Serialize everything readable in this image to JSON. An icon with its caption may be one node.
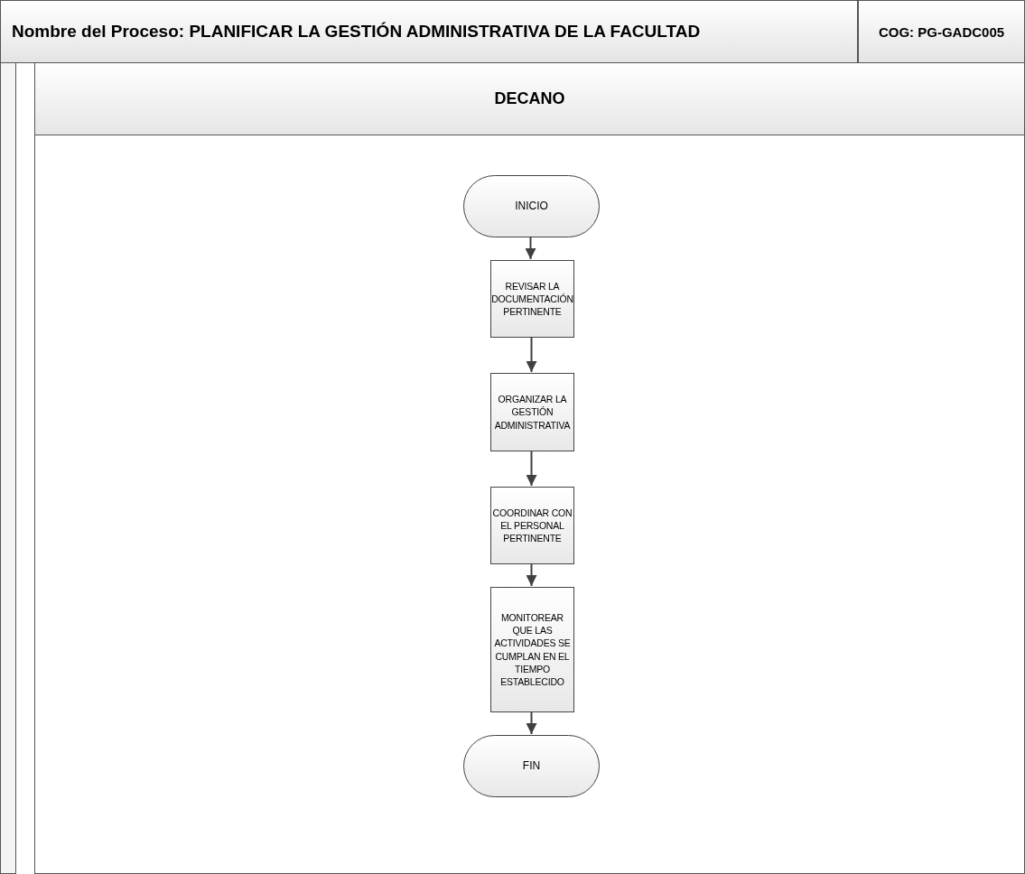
{
  "diagram": {
    "title": "Nombre del Proceso: PLANIFICAR LA GESTIÓN ADMINISTRATIVA DE LA FACULTAD",
    "nodes": [
      {
        "text": [
          "DECANO"
        ]
      },
      {
        "text": [
          "INICIO"
        ],
        "in": 0
      },
      {
        "text": [
          "REVISAR LA DOCUMENTACIÓN PERTINENTE"
        ],
        "in": 0
      },
      {
        "text": [
          "ORGANIZAR LA GESTIÓN ADMINISTRATIVA"
        ],
        "in": 0
      },
      {
        "text": [
          "COORDINAR CON EL PERSONAL PERTINENTE"
        ],
        "in": 0
      },
      {
        "text": [
          "MONITOREAR QUE LAS ACTIVIDADES SE CUMPLAN EN EL TIEMPO ESTABLECIDO"
        ],
        "in": 0
      },
      {
        "text": [
          "FIN"
        ],
        "in": 0
      }
    ],
    "edges": [
      {
        "from": 1,
        "to": 2,
        "arrow": "to"
      },
      {
        "from": 2,
        "to": 3,
        "arrow": "to"
      },
      {
        "from": 3,
        "to": 4,
        "arrow": "to"
      },
      {
        "from": 4,
        "to": 5,
        "arrow": "to"
      },
      {
        "from": 5,
        "to": 6,
        "arrow": "to"
      }
    ],
    "labels": [
      "COG: PG-GADC005"
    ]
  }
}
